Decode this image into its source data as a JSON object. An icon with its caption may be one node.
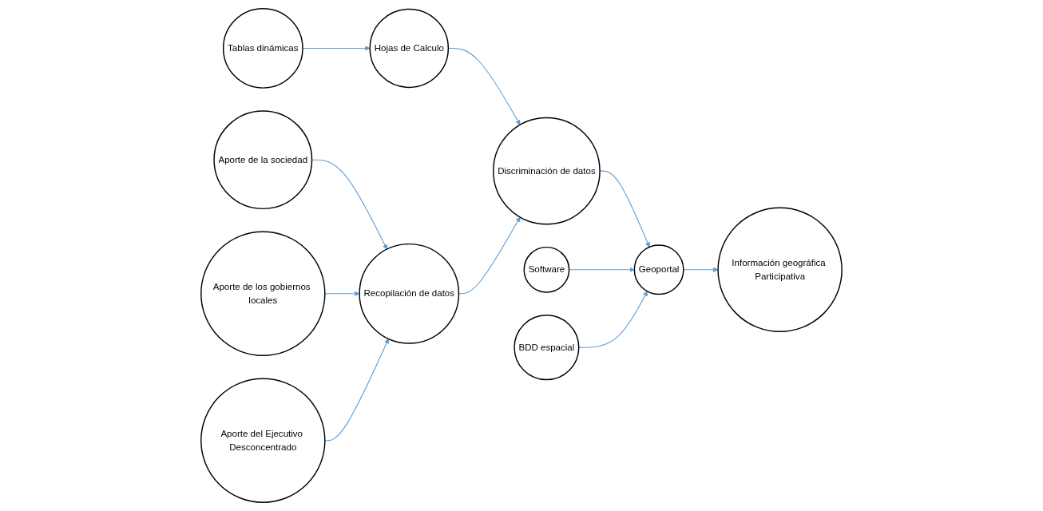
{
  "diagram": {
    "nodes": [
      {
        "text": [
          "Aporte de la sociedad"
        ]
      },
      {
        "text": [
          "Tablas dinámicas"
        ]
      },
      {
        "text": [
          "Hojas de Calculo"
        ]
      },
      {
        "text": [
          "Recopilación de datos"
        ]
      },
      {
        "text": [
          "Discriminación de datos"
        ]
      },
      {
        "text": [
          "Geoportal"
        ]
      },
      {
        "text": [
          "Información geográfica Participativa"
        ]
      },
      {
        "text": [
          "Aporte de los gobiernos locales"
        ]
      },
      {
        "text": [
          "Aporte del Ejecutivo Desconcentrado"
        ]
      },
      {
        "text": [
          "Software"
        ]
      },
      {
        "text": [
          "BDD espacial"
        ]
      }
    ],
    "edges": [
      {
        "from": 0,
        "to": 3,
        "arrow": "to"
      },
      {
        "from": 1,
        "to": 2,
        "arrow": "to"
      },
      {
        "from": 2,
        "to": 4,
        "arrow": "to"
      },
      {
        "from": 3,
        "to": 4,
        "arrow": "to"
      },
      {
        "from": 4,
        "to": 5,
        "arrow": "to"
      },
      {
        "from": 5,
        "to": 6,
        "arrow": "to"
      },
      {
        "from": 7,
        "to": 3,
        "arrow": "to"
      },
      {
        "from": 8,
        "to": 3,
        "arrow": "to"
      },
      {
        "from": 9,
        "to": 5,
        "arrow": "to"
      },
      {
        "from": 10,
        "to": 5,
        "arrow": "to"
      }
    ]
  }
}
